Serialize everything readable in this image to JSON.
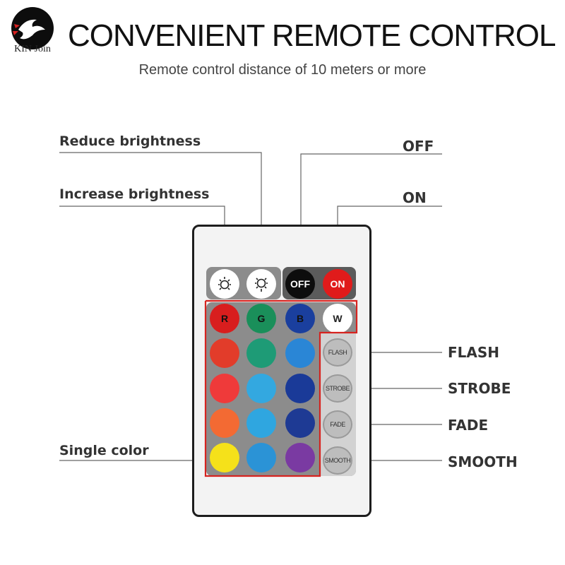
{
  "brand": {
    "logo_text": "KIN Join"
  },
  "header": {
    "title": "CONVENIENT REMOTE CONTROL",
    "subtitle": "Remote control distance of 10 meters or more"
  },
  "callouts": {
    "reduce_brightness": "Reduce brightness",
    "increase_brightness": "Increase brightness",
    "off": "OFF",
    "on": "ON",
    "flash": "FLASH",
    "strobe": "STROBE",
    "fade": "FADE",
    "smooth": "SMOOTH",
    "single_color": "Single color"
  },
  "remote": {
    "top_buttons": [
      {
        "name": "increase-brightness-button",
        "icon": "sun-up-icon"
      },
      {
        "name": "reduce-brightness-button",
        "icon": "sun-down-icon"
      },
      {
        "name": "off-button",
        "label": "OFF",
        "color": "#0d0d0d"
      },
      {
        "name": "on-button",
        "label": "ON",
        "color": "#e01b1b"
      }
    ],
    "rgbw_labels": [
      "R",
      "G",
      "B",
      "W"
    ],
    "rgbw_colors": [
      "#d81e1e",
      "#1a8f5a",
      "#1a3f9e",
      "#ffffff"
    ],
    "color_grid": [
      [
        "#e23c2a",
        "#1e9b76",
        "#2a86d6"
      ],
      [
        "#ef3a3a",
        "#33a8e0",
        "#1a3a98"
      ],
      [
        "#f36a33",
        "#2fa6e0",
        "#1e3a94"
      ],
      [
        "#f5e11a",
        "#2b93d6",
        "#7a3aa2"
      ]
    ],
    "effect_buttons": [
      "FLASH",
      "STROBE",
      "FADE",
      "SMOOTH"
    ]
  },
  "accent_colors": {
    "outline_red": "#d6231f",
    "line_gray": "#666666"
  }
}
